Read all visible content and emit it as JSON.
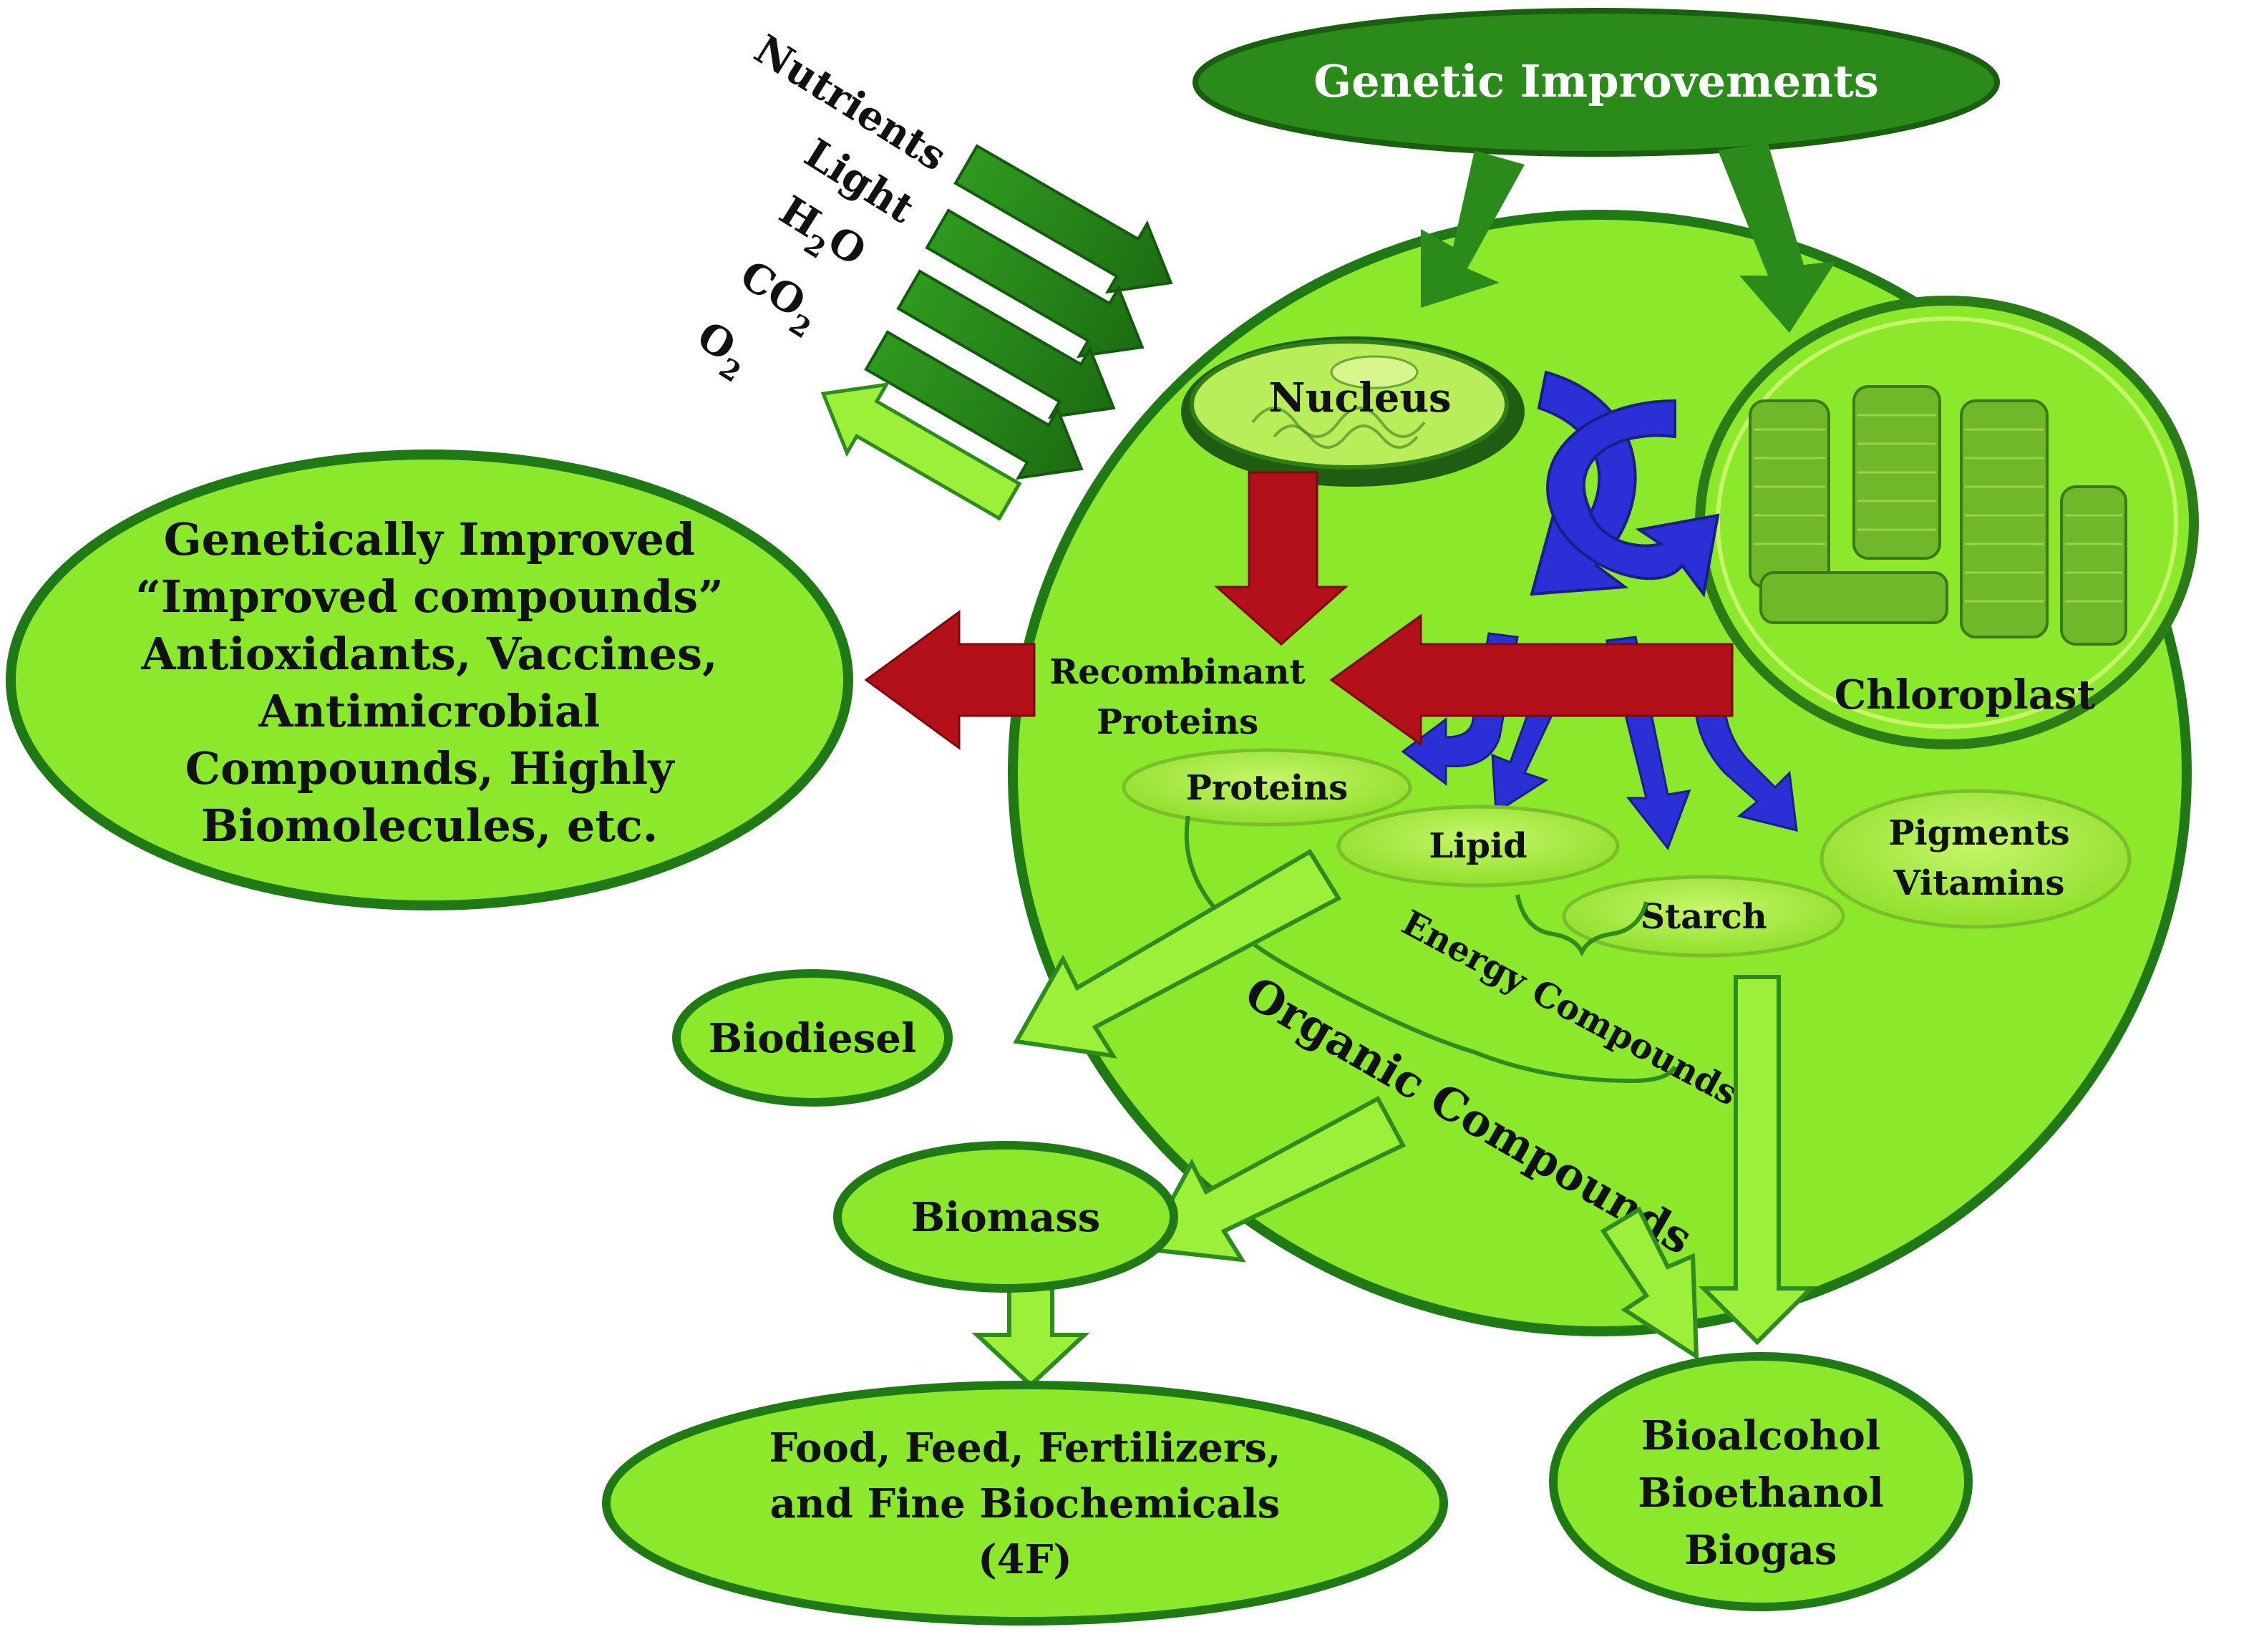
{
  "header": {
    "title": "Genetic Improvements"
  },
  "inputs": {
    "nutrients": "Nutrients",
    "light": "Light",
    "h2o_main": "H",
    "h2o_sub": "2",
    "h2o_end": "O",
    "co2_main": "CO",
    "co2_sub": "2",
    "o2_main": "O",
    "o2_sub": "2"
  },
  "cell": {
    "nucleus": "Nucleus",
    "chloroplast": "Chloroplast",
    "recombinant_line1": "Recombinant",
    "recombinant_line2": "Proteins",
    "proteins": "Proteins",
    "lipid": "Lipid",
    "starch": "Starch",
    "pigments_line1": "Pigments",
    "pigments_line2": "Vitamins",
    "energy_compounds": "Energy Compounds",
    "organic_compounds": "Organic Compounds"
  },
  "products": {
    "improved_lines": [
      "Genetically Improved",
      "“Improved compounds”",
      "Antioxidants, Vaccines,",
      "Antimicrobial",
      "Compounds, Highly",
      "Biomolecules, etc."
    ],
    "biodiesel": "Biodiesel",
    "biomass": "Biomass",
    "food_lines": [
      "Food, Feed, Fertilizers,",
      "and Fine Biochemicals",
      "(4F)"
    ],
    "bio_lines": [
      "Bioalcohol",
      "Bioethanol",
      "Biogas"
    ]
  },
  "colors": {
    "cell_fill": "#8ce82a",
    "dark_green": "#1f7a16",
    "mid_green": "#2e8b1e",
    "light_green": "#9cf03a",
    "red_arrow": "#b3101a",
    "blue_arrow": "#2a2fd6"
  }
}
